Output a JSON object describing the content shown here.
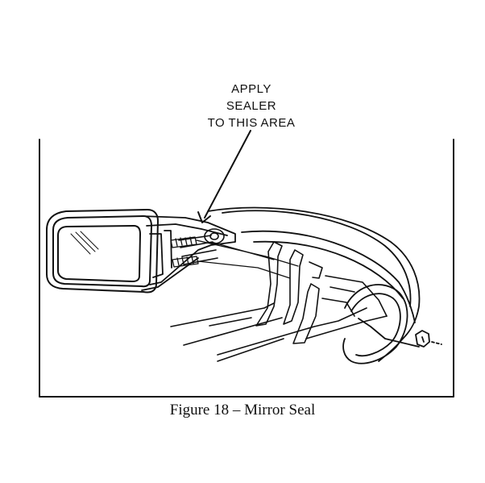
{
  "callout": {
    "lines": [
      "APPLY",
      "SEALER",
      "TO THIS AREA"
    ]
  },
  "caption": "Figure 18 – Mirror Seal",
  "colors": {
    "ink": "#111111",
    "paper": "#ffffff"
  }
}
